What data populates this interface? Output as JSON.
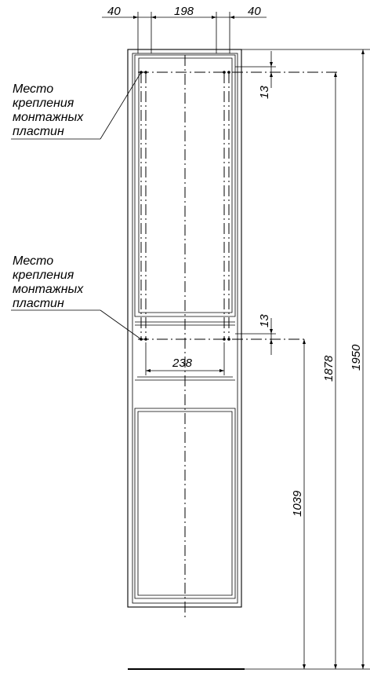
{
  "dimensions": {
    "top_left": "40",
    "top_middle": "198",
    "top_right": "40",
    "gap_upper": "13",
    "gap_lower": "13",
    "inner_width": "238",
    "height_total": "1950",
    "height_plates": "1878",
    "height_lower_plates": "1039"
  },
  "labels": {
    "upper": [
      "Место",
      "крепления",
      "монтажных",
      "пластин"
    ],
    "lower": [
      "Место",
      "крепления",
      "монтажных",
      "пластин"
    ]
  }
}
